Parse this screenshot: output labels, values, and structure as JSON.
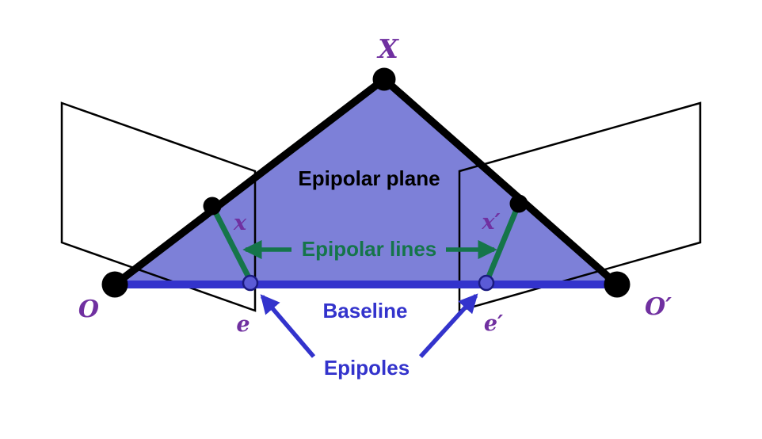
{
  "colors": {
    "background": "#ffffff",
    "black": "#000000",
    "purple": "#7030a0",
    "blue": "#3333cc",
    "green": "#15754a",
    "planeFill": "#7d80d8",
    "epipoleFill": "#5b5bd6",
    "epipoleStroke": "#1a1a80"
  },
  "labels": {
    "point_X": "X",
    "camera_left": "O",
    "camera_right": "O′",
    "image_point_left": "x",
    "image_point_right": "x′",
    "epipole_left": "e",
    "epipole_right": "e′",
    "epipolar_plane": "Epipolar plane",
    "epipolar_lines": "Epipolar lines",
    "baseline": "Baseline",
    "epipoles": "Epipoles"
  }
}
